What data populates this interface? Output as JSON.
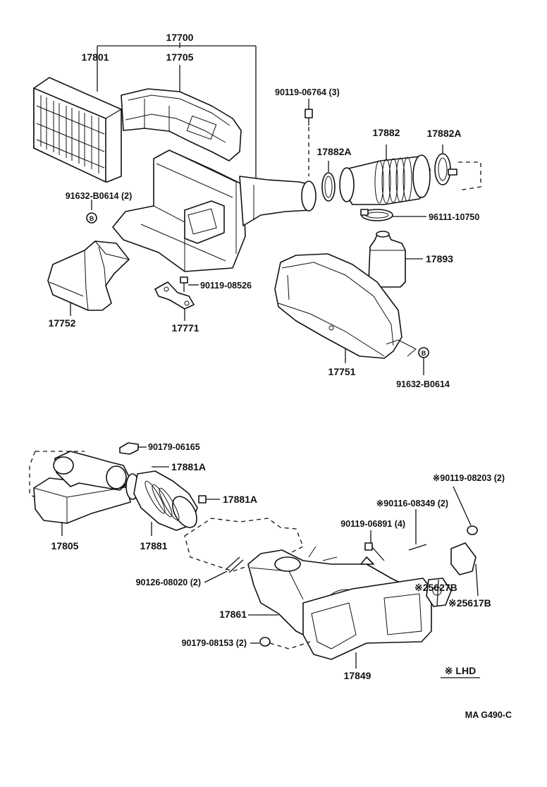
{
  "labels": {
    "assy_17700": "17700",
    "element_17801": "17801",
    "cap_17705": "17705",
    "screw_top": "90119-06764 (3)",
    "hose_17882": "17882",
    "clamp_17882A_right": "17882A",
    "clamp_17882A_left": "17882A",
    "clamp_96111": "96111-10750",
    "grommet_91632_left": "91632-B0614 (2)",
    "resonator_17893": "17893",
    "bolt_90119_08526": "90119-08526",
    "inlet_17752": "17752",
    "bracket_17771": "17771",
    "inlet_17751": "17751",
    "grommet_91632_right": "91632-B0614",
    "nut_90179_06165": "90179-06165",
    "clamp_17881A_top": "17881A",
    "clamp_17881A_mid": "17881A",
    "case_17805": "17805",
    "hose_17881": "17881",
    "bolt_90119_08203": "※90119-08203 (2)",
    "stud_90116_08349": "※90116-08349 (2)",
    "bolt_90119_06891": "90119-06891 (4)",
    "stud_90126_08020": "90126-08020 (2)",
    "gasket_25627B": "※25627B",
    "gasket_25617B": "※25617B",
    "chamber_17861": "17861",
    "nut_90179_08153": "90179-08153 (2)",
    "gasket_17849": "17849",
    "lhd_note": "※ LHD",
    "figure_code": "MA G490-C"
  },
  "icons": {
    "grommet_marker": "circled-b-icon"
  },
  "colors": {
    "line": "#111111",
    "background": "#ffffff"
  }
}
